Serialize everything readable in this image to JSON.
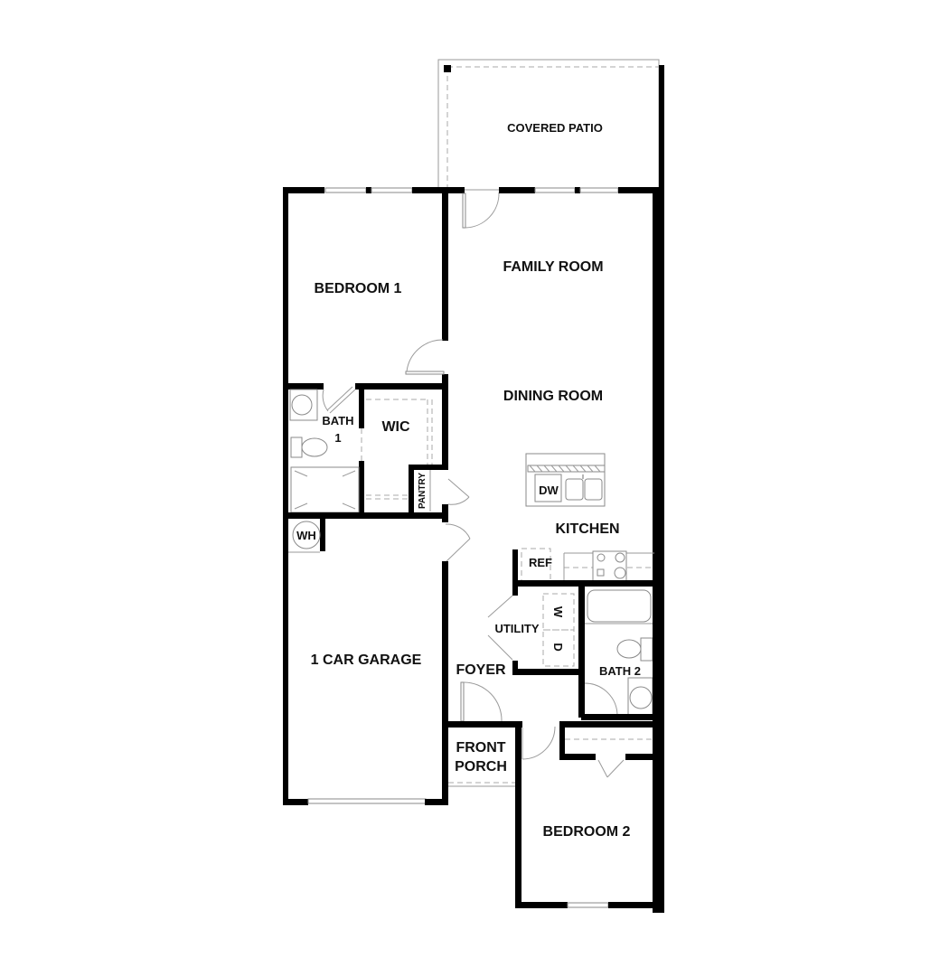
{
  "floorplan": {
    "rooms": {
      "covered_patio": "COVERED PATIO",
      "family_room": "FAMILY ROOM",
      "bedroom_1": "BEDROOM 1",
      "dining_room": "DINING ROOM",
      "bath_1_line1": "BATH",
      "bath_1_line2": "1",
      "wic": "WIC",
      "pantry": "PANTRY",
      "kitchen": "KITCHEN",
      "garage": "1 CAR GARAGE",
      "utility": "UTILITY",
      "foyer": "FOYER",
      "bath_2": "BATH 2",
      "front_porch_line1": "FRONT",
      "front_porch_line2": "PORCH",
      "bedroom_2": "BEDROOM 2"
    },
    "fixtures": {
      "dishwasher": "DW",
      "refrigerator": "REF",
      "water_heater": "WH",
      "washer": "W",
      "dryer": "D"
    },
    "colors": {
      "wall": "#000000",
      "fixture_line": "#8a8a8a",
      "background": "#ffffff"
    }
  }
}
